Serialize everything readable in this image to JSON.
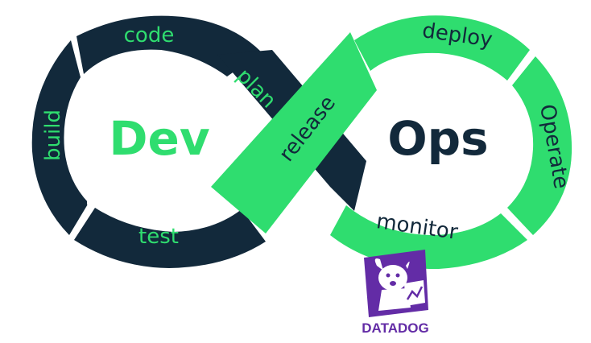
{
  "colors": {
    "dark": "#12293b",
    "green": "#2fdd6f",
    "brand_purple": "#632ca6",
    "background": "#ffffff"
  },
  "dev_loop": {
    "center": "Dev",
    "stages": [
      "code",
      "plan",
      "build",
      "test"
    ]
  },
  "ops_loop": {
    "center": "Ops",
    "stages": [
      "deploy",
      "Operate",
      "monitor",
      "release"
    ]
  },
  "brand": {
    "name": "DATADOG",
    "logo_icon": "datadog-dog-logo-icon"
  }
}
